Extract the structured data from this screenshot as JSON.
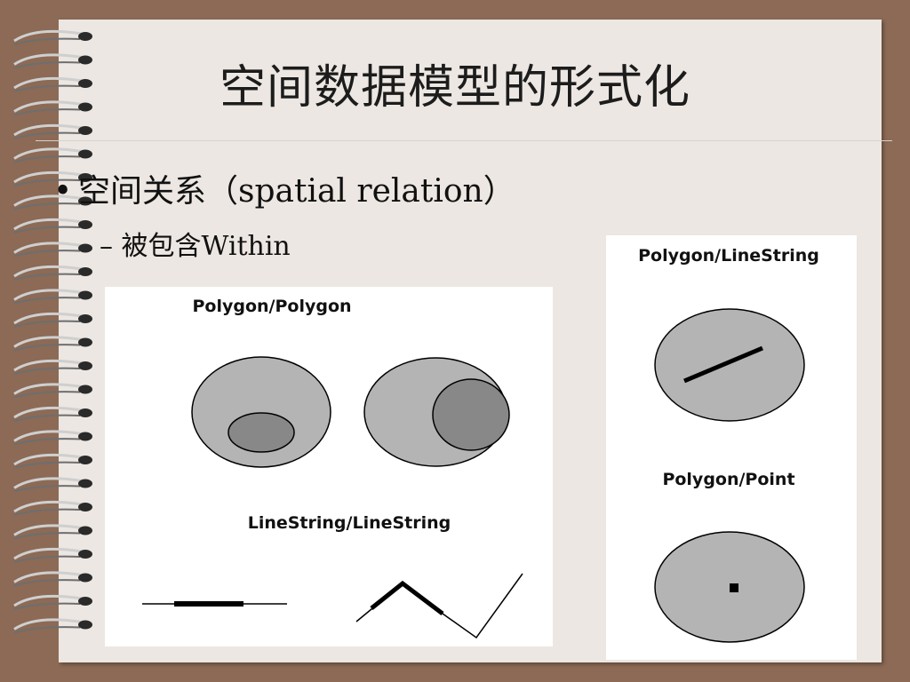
{
  "slide": {
    "title": "空间数据模型的形式化",
    "bullet": "空间关系（spatial relation）",
    "sub_bullet": "– 被包含Within"
  },
  "diagrams": {
    "polygon_polygon": "Polygon/Polygon",
    "linestring_linestring": "LineString/LineString",
    "polygon_linestring": "Polygon/LineString",
    "polygon_point": "Polygon/Point"
  },
  "colors": {
    "background": "#8c6a55",
    "page": "#ece7e2",
    "outer_fill": "#b4b4b4",
    "inner_fill": "#888888",
    "stroke": "#000000"
  },
  "icons": {
    "binding": "spiral-binding-icon"
  }
}
